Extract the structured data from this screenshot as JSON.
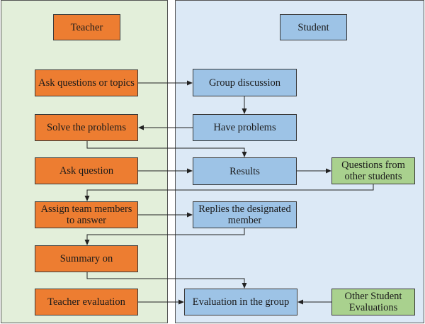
{
  "lanes": {
    "teacher": "Teacher",
    "student": "Student"
  },
  "teacher_steps": {
    "ask_questions": "Ask questions or topics",
    "solve_problems": "Solve the problems",
    "ask_question": "Ask question",
    "assign_members": "Assign team members\nto answer",
    "summary": "Summary on",
    "evaluation": "Teacher evaluation"
  },
  "student_steps": {
    "group_discussion": "Group discussion",
    "have_problems": "Have problems",
    "results": "Results",
    "replies": "Replies the designated\nmember",
    "evaluation_group": "Evaluation in the group"
  },
  "other_steps": {
    "questions_from_others": "Questions from\nother students",
    "other_evaluations": "Other Student\nEvaluations"
  },
  "colors": {
    "teacher_lane": "#e3efda",
    "student_lane": "#dce9f6",
    "teacher_box": "#ed7d31",
    "student_box": "#9dc3e6",
    "other_box": "#a9d18e"
  }
}
